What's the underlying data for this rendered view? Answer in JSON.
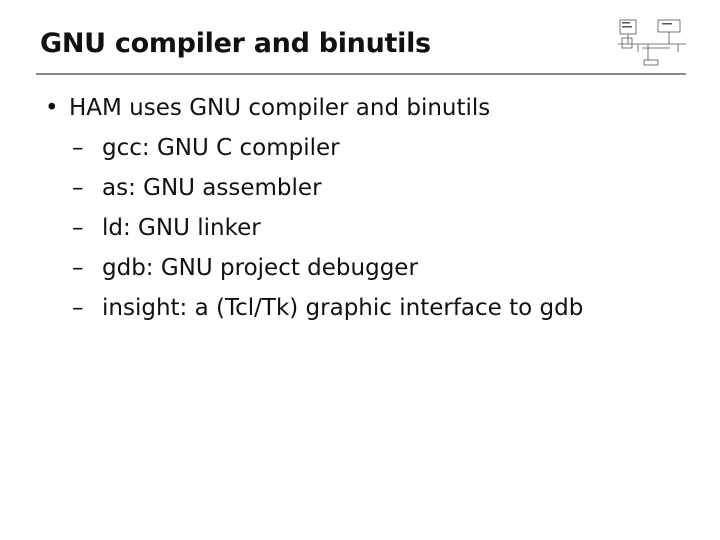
{
  "slide": {
    "title": "GNU compiler and binutils",
    "bullet": "HAM uses GNU compiler and binutils",
    "bullet_marker": "•",
    "sub_marker": "–",
    "sub_items": [
      "gcc: GNU C compiler",
      "as: GNU assembler",
      "ld: GNU linker",
      "gdb: GNU project debugger",
      "insight: a (Tcl/Tk) graphic interface to gdb"
    ]
  }
}
